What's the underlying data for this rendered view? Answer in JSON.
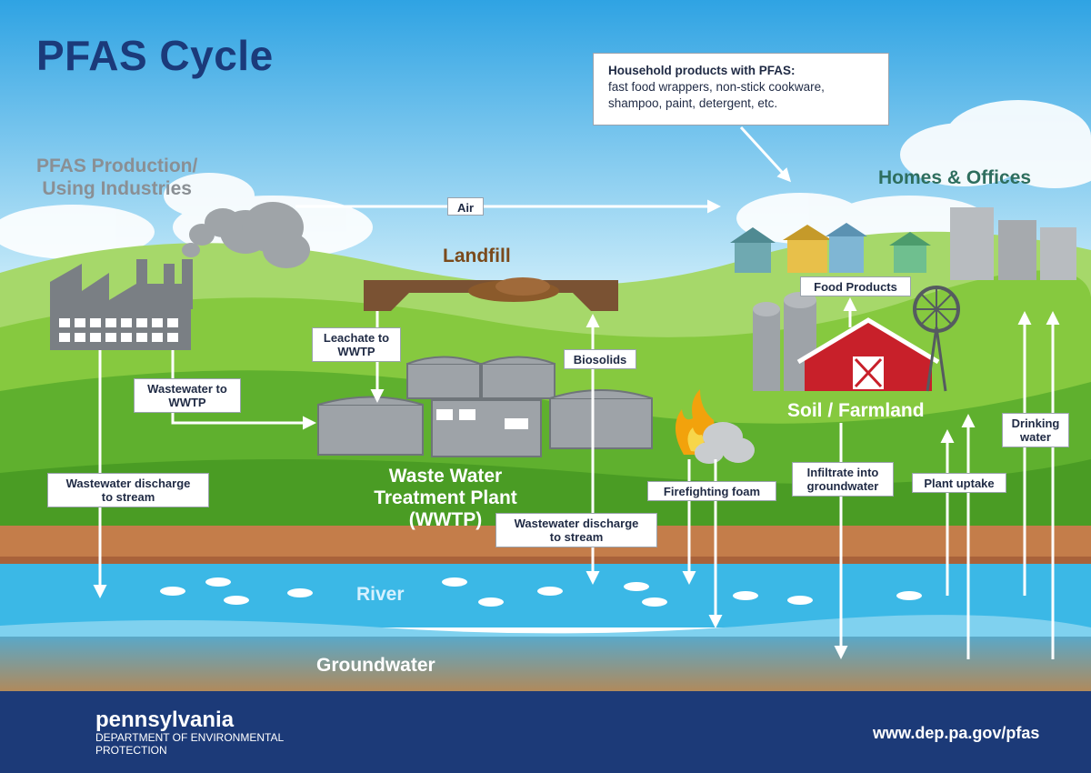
{
  "title": "PFAS Cycle",
  "labels": {
    "industries_line1": "PFAS Production/",
    "industries_line2": "Using Industries",
    "homes": "Homes & Offices",
    "landfill": "Landfill",
    "wwtp_line1": "Waste Water",
    "wwtp_line2": "Treatment Plant",
    "wwtp_line3": "(WWTP)",
    "soil": "Soil / Farmland",
    "river": "River",
    "groundwater": "Groundwater"
  },
  "callout": {
    "heading": "Household products with PFAS:",
    "line1": "fast food wrappers, non-stick cookware,",
    "line2": "shampoo, paint, detergent, etc."
  },
  "flows": {
    "air": "Air",
    "leachate_1": "Leachate to",
    "leachate_2": "WWTP",
    "biosolids": "Biosolids",
    "wastewater_wwtp_1": "Wastewater to",
    "wastewater_wwtp_2": "WWTP",
    "discharge_ind_1": "Wastewater discharge",
    "discharge_ind_2": "to stream",
    "discharge_wwtp_1": "Wastewater discharge",
    "discharge_wwtp_2": "to stream",
    "firefighting": "Firefighting foam",
    "food_products": "Food Products",
    "infiltrate_1": "Infiltrate into",
    "infiltrate_2": "groundwater",
    "plant_uptake": "Plant uptake",
    "drinking_1": "Drinking",
    "drinking_2": "water"
  },
  "footer": {
    "org_name": "pennsylvania",
    "org_dept_1": "DEPARTMENT OF ENVIRONMENTAL",
    "org_dept_2": "PROTECTION",
    "url": "www.dep.pa.gov/pfas"
  },
  "colors": {
    "title": "#1b3a7a",
    "footer_bg": "#1c3a78",
    "river": "#3bb8e6",
    "grass": "#6cbf2f",
    "barn": "#c8202a"
  }
}
